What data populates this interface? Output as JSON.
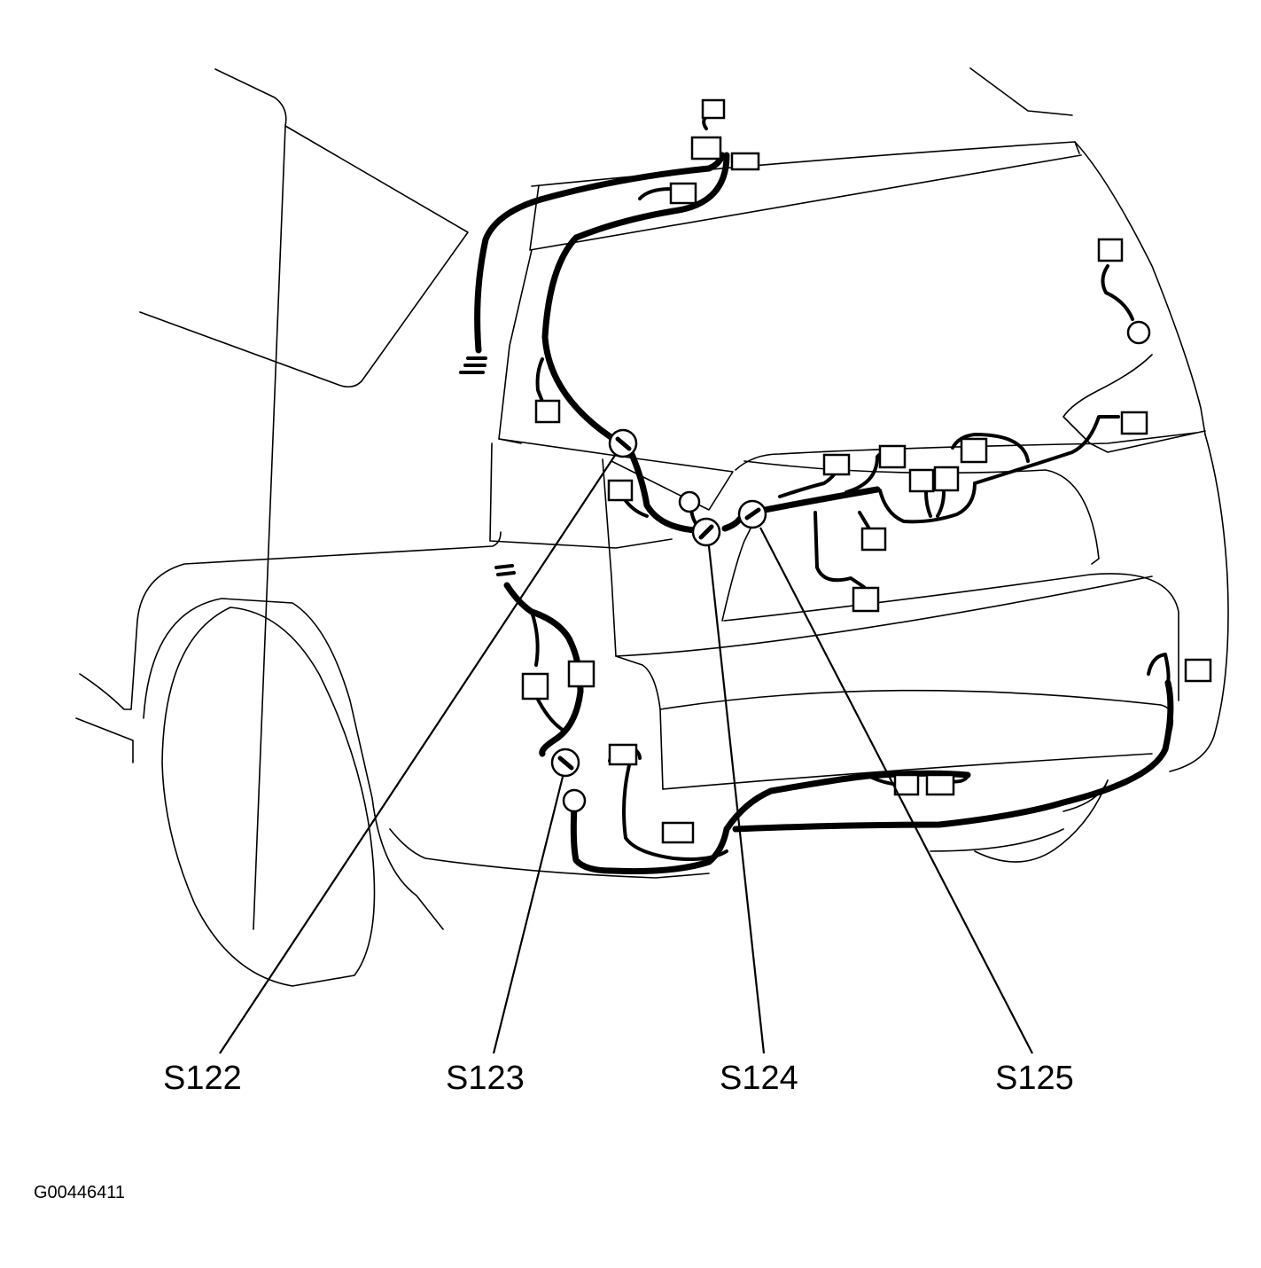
{
  "callouts": [
    {
      "id": "s122",
      "label": "S122"
    },
    {
      "id": "s123",
      "label": "S123"
    },
    {
      "id": "s124",
      "label": "S124"
    },
    {
      "id": "s125",
      "label": "S125"
    }
  ],
  "figure_id": "G00446411",
  "colors": {
    "ink": "#000000",
    "paper": "#ffffff"
  }
}
